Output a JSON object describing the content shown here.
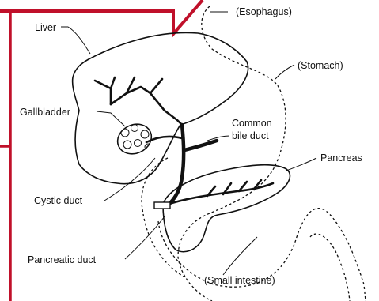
{
  "figure": {
    "labels": {
      "esophagus": "(Esophagus)",
      "liver": "Liver",
      "stomach": "(Stomach)",
      "gallbladder": "Gallbladder",
      "common_bile_duct_line1": "Common",
      "common_bile_duct_line2": "bile duct",
      "pancreas": "Pancreas",
      "cystic_duct": "Cystic duct",
      "pancreatic_duct": "Pancreatic duct",
      "small_intestine": "(Small intestine)"
    },
    "colors": {
      "frame_line": "#c0102a",
      "ink": "#111111",
      "background": "#ffffff"
    }
  }
}
